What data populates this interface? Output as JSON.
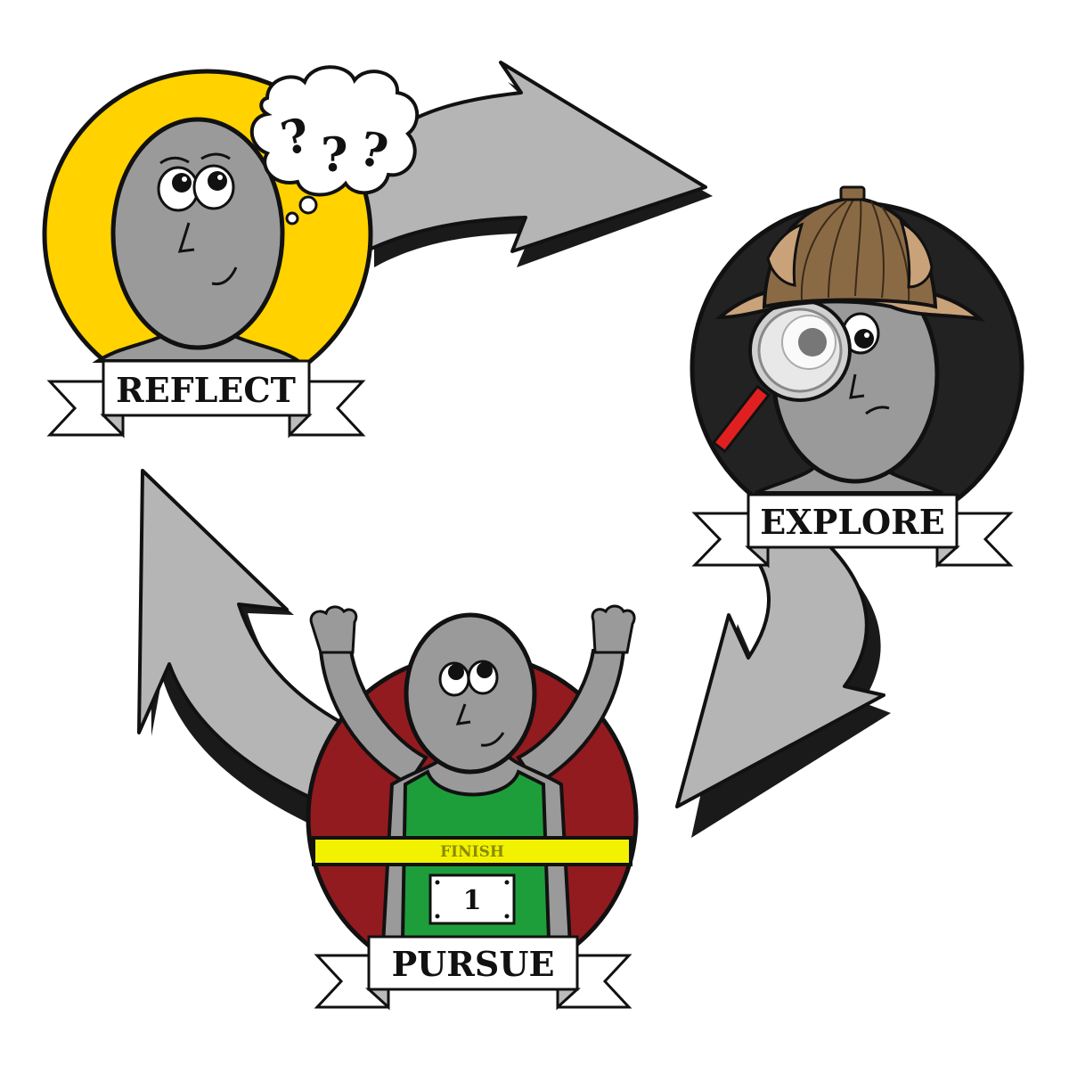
{
  "stages": [
    {
      "id": "reflect",
      "label": "REFLECT",
      "color": "#FFD200"
    },
    {
      "id": "explore",
      "label": "EXPLORE",
      "color": "#222222"
    },
    {
      "id": "pursue",
      "label": "PURSUE",
      "color": "#921B1F"
    }
  ],
  "thought_bubble": {
    "symbols": [
      "?",
      "?",
      "?"
    ]
  },
  "finish_tape": {
    "text": "FINISH"
  },
  "race_bib": {
    "number": "1"
  },
  "colors": {
    "arrow_fill": "#B5B5B5",
    "arrow_shadow": "#1A1A1A",
    "figure": "#9A9A9A",
    "hat": "#8A6A45",
    "hat_light": "#C9A27A",
    "magnifier_handle": "#E02020",
    "tank_top": "#1E9E3A",
    "tape": "#F2F200"
  }
}
